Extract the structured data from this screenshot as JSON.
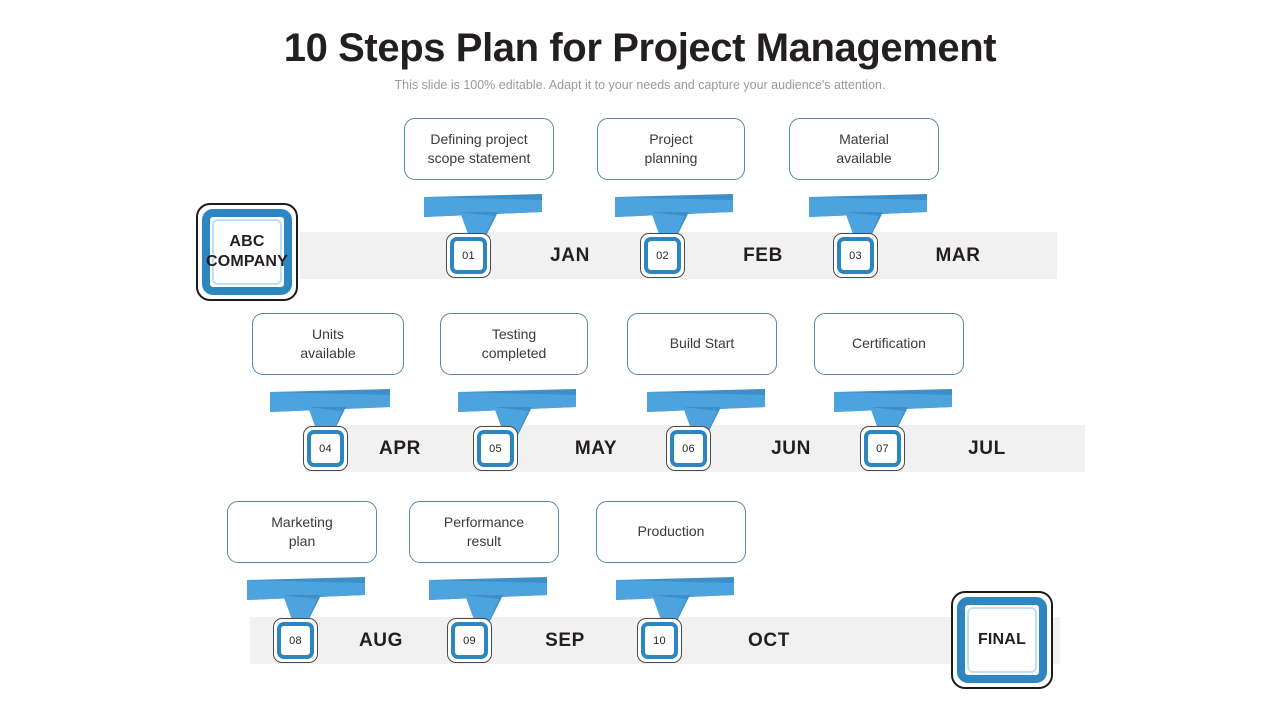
{
  "header": {
    "title": "10 Steps Plan for Project Management",
    "subtitle": "This slide is 100% editable. Adapt it to your needs and capture your audience's attention."
  },
  "colors": {
    "accent_blue": "#2e86c1",
    "ribbon_light": "#4da3dd",
    "ribbon_dark": "#3d8fc9",
    "bar_gray": "#f1f1f1",
    "text_dark": "#231f20",
    "subtitle_gray": "#9a9a9a",
    "box_border": "#5b87a8"
  },
  "start_badge": {
    "line1": "ABC",
    "line2": "COMPANY"
  },
  "end_badge": {
    "label": "FINAL"
  },
  "rows": [
    {
      "id": "row-1",
      "steps": [
        {
          "number": "01",
          "month": "JAN",
          "label_line1": "Defining project",
          "label_line2": "scope statement"
        },
        {
          "number": "02",
          "month": "FEB",
          "label_line1": "Project",
          "label_line2": "planning"
        },
        {
          "number": "03",
          "month": "MAR",
          "label_line1": "Material",
          "label_line2": "available"
        }
      ]
    },
    {
      "id": "row-2",
      "steps": [
        {
          "number": "04",
          "month": "APR",
          "label_line1": "Units",
          "label_line2": "available"
        },
        {
          "number": "05",
          "month": "MAY",
          "label_line1": "Testing",
          "label_line2": "completed"
        },
        {
          "number": "06",
          "month": "JUN",
          "label_line1": "Build Start",
          "label_line2": ""
        },
        {
          "number": "07",
          "month": "JUL",
          "label_line1": "Certification",
          "label_line2": ""
        }
      ]
    },
    {
      "id": "row-3",
      "steps": [
        {
          "number": "08",
          "month": "AUG",
          "label_line1": "Marketing",
          "label_line2": "plan"
        },
        {
          "number": "09",
          "month": "SEP",
          "label_line1": "Performance",
          "label_line2": "result"
        },
        {
          "number": "10",
          "month": "OCT",
          "label_line1": "Production",
          "label_line2": ""
        }
      ]
    }
  ]
}
